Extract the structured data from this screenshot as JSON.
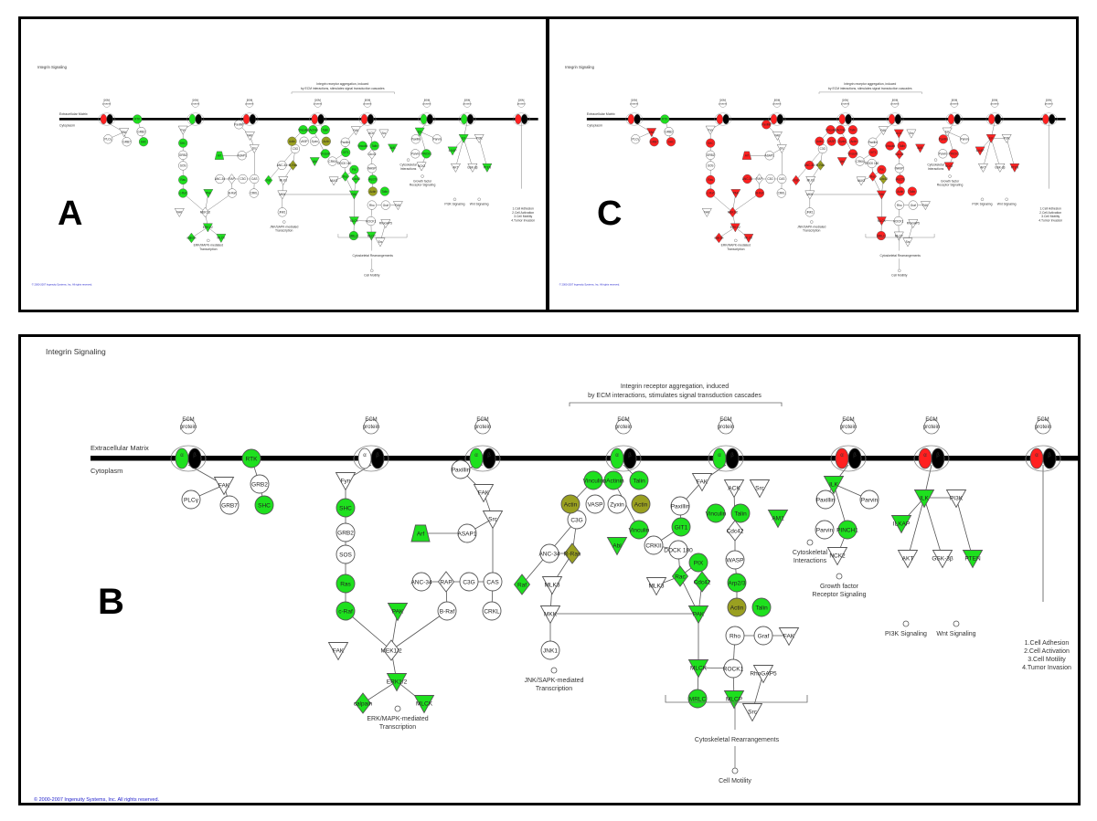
{
  "panel_labels": {
    "a": "A",
    "b": "B",
    "c": "C"
  },
  "title": "Integrin Signaling",
  "copyright": "© 2000-2007 Ingenuity Systems, Inc. All rights reserved.",
  "copyright_b": "© 2000-2007 Ingenuity Systems, Inc. All rights reserved.",
  "compartments": {
    "extracellular": "Extracellular Matrix",
    "cytoplasm": "Cytoplasm"
  },
  "header_note": [
    "Integrin receptor aggregation, induced",
    "by ECM interactions, stimulates signal transduction cascades"
  ],
  "ecm_label": [
    "ECM",
    "protein"
  ],
  "colors": {
    "up": "#ff2020",
    "down": "#1ee01e",
    "mixed": "#9aa020",
    "line": "#555555",
    "membrane": "#000000",
    "copyright": "#2222cc"
  },
  "integrins": [
    "α",
    "β"
  ],
  "nodes": {
    "plcg": "PLCγ",
    "fak1": "FAK",
    "grb7": "GRB7",
    "grb2a": "GRB2",
    "shc1": "SHC",
    "rtk": "RTK",
    "fyn": "Fyn",
    "shc2": "SHC",
    "grb2b": "GRB2",
    "sos": "SOS",
    "ras": "Ras",
    "craf": "c-Raf",
    "pak1": "PAK",
    "fak2": "FAK",
    "mek": "MEK1/2",
    "erk": "ERK1/2",
    "calpain": "calpain",
    "mlck1": "MLCK",
    "arf": "Arf",
    "asap1": "ASAP1",
    "paxillin1": "Paxillin",
    "fak3": "FAK",
    "src1": "Src",
    "anc34a": "ANC-34",
    "rap": "RAP",
    "c3g1": "C3G",
    "cas": "CAS",
    "braf": "B-Raf",
    "crkl": "CRKL",
    "c3g2": "C3G",
    "anc34b": "ANC-34",
    "rras": "R-Ras",
    "raf": "Raf",
    "mlk3a": "MLK3",
    "mkk": "MKK",
    "jnk1": "JNK1",
    "vinculin1": "Vinculin",
    "actinin": "αActinin",
    "talin1": "Talin",
    "actin1": "Actin",
    "vasp": "VASP",
    "zyxin": "Zyxin",
    "actin2": "Actin",
    "vinculin2": "Vinculin",
    "abl": "Abl",
    "fak4": "FAK",
    "paxillin2": "Paxillin",
    "git1": "GIT1",
    "crkii": "CRKII",
    "dock180": "DOCK 180",
    "pix": "PIX",
    "rac": "Rac",
    "cdc42a": "Cdc42",
    "mlk3b": "MLK3",
    "pak2": "PAK",
    "ack": "ACK",
    "src2": "Src",
    "vinculin3": "Vinculin",
    "talin2": "Talin",
    "cdc42b": "Cdc42",
    "wasp": "WASP",
    "arp23": "Arp2/3",
    "actin3": "Actin",
    "talin3": "Talin",
    "rho": "Rho",
    "graf": "Graf",
    "fak5": "FAK",
    "rock1": "ROCK1",
    "rhogap5": "RhoGAP5",
    "src3": "Src",
    "mlck2": "MLCK",
    "mrlc": "MRLC",
    "mlcp": "MLCP",
    "paxillin3": "Paxillin",
    "ilk1": "ILK",
    "parvin1": "Parvin",
    "parvin2": "Parvin",
    "pinch1": "PINCH1",
    "am1": "AM1",
    "nck2": "NCK2",
    "ilkap": "ILKAP",
    "ilk2": "ILK",
    "pi3k": "PI3K",
    "akt": "AKT",
    "gsk3b": "GSK-3β",
    "pten": "PTEN"
  },
  "text_labels": {
    "erk_tx": [
      "ERK/MAPK-mediated",
      "Transcription"
    ],
    "jnk_tx": [
      "JNK/SAPK-mediated",
      "Transcription"
    ],
    "cyto_int": [
      "Cytoskeletal",
      "Interactions"
    ],
    "growth": [
      "Growth factor",
      "Receptor Signaling"
    ],
    "pi3k_sig": [
      "PI3K Signaling"
    ],
    "wnt_sig": [
      "Wnt Signaling"
    ],
    "outcomes": [
      "1.Cell Adhesion",
      "2.Cell Activation",
      "3.Cell Motility",
      "4.Tumor Invasion"
    ],
    "cyto_re": [
      "Cytoskeletal Rearrangements"
    ],
    "motility": [
      "Cell Motility"
    ]
  }
}
